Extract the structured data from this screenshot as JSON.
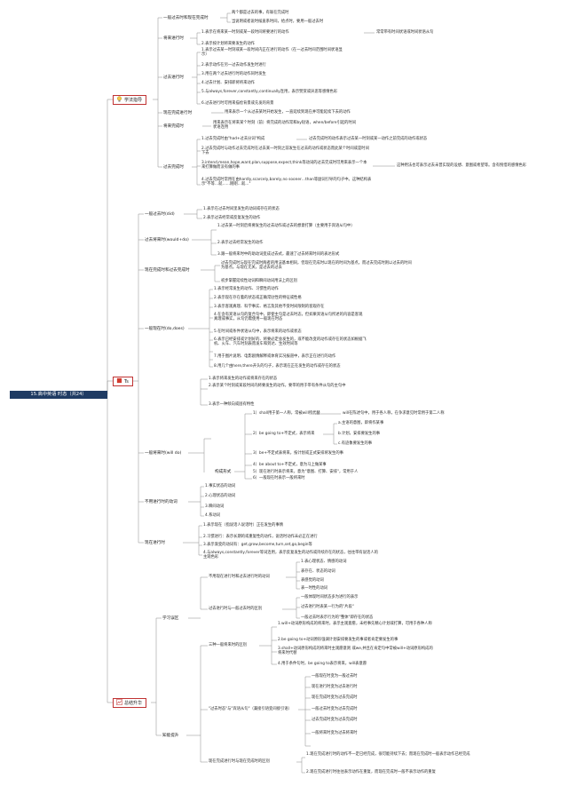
{
  "root": "15.高中英语 时态（共24）",
  "main": [
    "学法指导",
    "Ts",
    "总结升华"
  ],
  "b1": [
    "一般过去时和现在完成时",
    "将来进行时",
    "过去进行时",
    "现在完成进行时",
    "将来完成时",
    "过去完成时"
  ],
  "b1_t": [
    "两个都是过去的事，有联在完成时",
    "当说明或者说时候直系时间，给点时，要用一般过去时",
    "1.表示在将来某一时刻或某一段时间将要进行的动作",
    "常常带有时间状语或时间状语从句",
    "2.表示按计划将来要发生的动作",
    "1.表示过去某一时刻或某一段时间内正在进行的动作（在一过去时间范围时间状语显示）",
    "2.表示动作在另一过去动作发生时进行",
    "3.用在两个过去进行时的动作同时发生",
    "4.过去计划、安排即将将来动作",
    "5.与always,forever,constantly,continually连用，表示赞赏或厌恶等感情色彩",
    "6.过去进行时可用来描绘背景或先发的背景",
    "用来表示一个从过去某时开始发生，一直延续到现在并可能延续下去的动作",
    "用来表示在将来某个时刻（前）将完成的动作常和by短语，when/before引起的时间状语连用",
    "1.过去完成时由\"had+过去分词\"构成",
    "过去完成时的动作表示过去某一时刻或某一动作之前完成的动作或状态",
    "2.过去完成时与动作过去完成时在过去某一时刻之前发生在过去的动作或状态而此某个时间或是时间下去",
    "3.intend,mean,hope,want,plan,suppose,expect,think等动词的过去完成时可用来表示一个本来打算做而没有做的事",
    "这种用法也可表示过去未曾实现的设想、意图或希望等。含有惋惜的感情色彩",
    "4.过去完成时常用在由hardly,scarcely,barely,no sooner…than等副词引导的句子中。这种结构表示\"不等…就……刚刚…就…\""
  ],
  "b2": [
    "一般过去时(did)",
    "过去将来时(would+do)",
    "现在完成时和过去完成时",
    "一般现在时(do,does)",
    "一般将来时(will do)",
    "不用进行时的动词",
    "现在进行时"
  ],
  "b2_t": [
    "1.表示在过去时间里发生的动词或存在的状态",
    "2.表示过去经常或反复发生的动作",
    "1.过去某一时刻后将要发生的过去动作或过去的想意打算（主要用于宾语从句中）",
    "2.表示过去经常发生的动作",
    "3.跟一般将来时中的助动词变成过去式，最速了过去将来时间的表达形式",
    "过去完成时与现在完成时两者的用法基本相同，但现在完成时以现在的时间为基点，而过去完成时则以过去的时间为基点。与现在无关，是过去的过去",
    "初步掌握延续性动词和瞬间动词用法上的区别",
    "1.表示经常发生的动作、习惯性的动作",
    "2.表示现在存在着的状态或正确常驻性的特征或性格",
    "3.表示客观真理、科学事实、格言及其他不受时间限制的客观存在",
    "4.在含有宾语从句的复合句中，即使主句是过去时态，但如果宾语从句所述的内容是客观真理或事实，从句仍需使用一般现在时态",
    "5.在时间或条件状语从句中，表示将来的动作或状态",
    "6.表示已经安排或计划好的、将要必定会发生的，或不能改变的动作或存在的状态如根据飞机、火车、汽车时刻表而发车和到达、生效时间等",
    "7.用于图片说明、电影剧情解释或体育实况报道中，表示正在进行的动作",
    "8.用几个由here,there开头的句子，表示现在正在发生的动作或存在的状态",
    "1.表示将来发生的动作或将来存在的状态",
    "2.表示某个时刻或某段时间内将要发生的动作，要带的用于带有条件从句的主句中",
    "3.表示一种倾向或固有特性",
    "1）shall用于第一人称，常被will所代替",
    "will在陈述句中，用于各人称，在争求意见时常用于第二人称",
    "构成形式",
    "a.主语的意图，即将作某事",
    "2）be going to+不定式，表示将来",
    "b.计划，安排要发生的事",
    "c.有迹象要发生的事",
    "3）be+不定式表将来，按计划或正式安排将发生的事",
    "4）be about to+不定式，意为马上做某事",
    "5）现在进行时表示将来，意为\"意图、打算、安排\"，常用于人",
    "6）一般现在时表示一般将来时",
    "1.事实状态的动词",
    "2.心理状态的动词",
    "3.瞬间动词",
    "4.系动词",
    "1.表示现在（指说话人说话时）正在发生的事情",
    "2.习惯进行：表示长期的或重复性的动作，说话时动作未必正在进行",
    "3.表示渐变的动词有：get,grow,become,turn,set,go,begin等",
    "4.与always,constantly,forever等词连用，表示反复发生的动作或持续存在的状态，往往带有说话人的主观色彩"
  ],
  "b3": [
    "学习误区",
    "知能提升"
  ],
  "b3_t": [
    "不用现在进行时和过去进行时的动词",
    "1.表心理状态、情感的动词",
    "表存在、状态的动词",
    "表感觉的动词",
    "表一时性的动词",
    "过去进行时与一般过去时的区别",
    "一般体现时间状态多为进行的表示",
    "过去进行时表某一行为的\"片段\"",
    "一般过去时表示行为的\"整体\"即存在的状态",
    "三种一般将来时的区别",
    "1.will+动词原形构成的将来时，表示主观意愿，未经事先精心计划或打算，可用于各种人称",
    "2.be going to+动词原形强调计划安排要发生的事或者肯定要发生的事",
    "3.shall+动词原形构成的将来时主观愿意则 或we,并且在肯定句中常被will+动词原形构成的将来时代替",
    "4.用于条件句时，be going to表示将来，will表意愿",
    "\"过去时态\"与\"宾语从句\"（兼接引语变间接引语）",
    "一般现在时变为一般过去时",
    "现在进行时变为过去进行时",
    "现在完成时变为过去完成时",
    "一般过去时变为过去完成时",
    "过去完成时变为过去完成时",
    "一般将来时变为过去将来时",
    "现在完成进行时与现在完成时的区别",
    "1.现在完成进行时的动作不一定已经完成，很可能持续下去；而现在完成时一般表示动作已经完成",
    "2.现在完成进行时往往表示动作在重复，而现在完成时一般不表示动作的重复"
  ]
}
